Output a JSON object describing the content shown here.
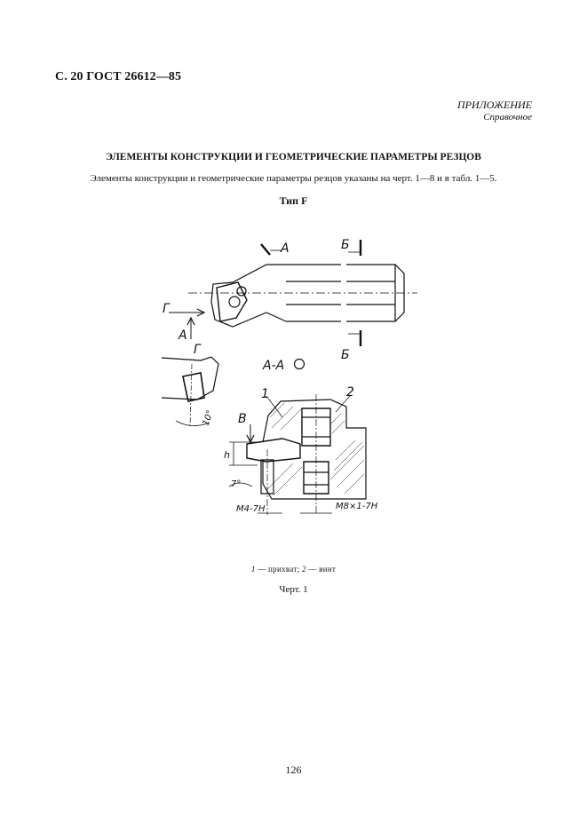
{
  "header": {
    "page_ref": "С. 20 ГОСТ 26612—85"
  },
  "appendix": {
    "title": "ПРИЛОЖЕНИЕ",
    "subtitle": "Справочное"
  },
  "section": {
    "title": "ЭЛЕМЕНТЫ КОНСТРУКЦИИ И ГЕОМЕТРИЧЕСКИЕ ПАРАМЕТРЫ РЕЗЦОВ",
    "intro": "Элементы конструкции и геометрические параметры резцов указаны на черт. 1—8 и в табл. 1—5."
  },
  "figure": {
    "type_title": "Тип F",
    "labels": {
      "section_a": "А",
      "section_b": "Б",
      "view_g": "Г",
      "view_v": "В",
      "section_aa": "А-А",
      "angle_10": "10°",
      "angle_7": "7°",
      "dim_h": "h",
      "callout_1": "1",
      "callout_2": "2",
      "thread_m4": "М4-7Н",
      "thread_m8": "М8×1-7Н"
    },
    "legend": {
      "num1": "1",
      "text1": " — прихват; ",
      "num2": "2",
      "text2": " — винт"
    },
    "caption": "Черт. 1"
  },
  "page_number": "126"
}
